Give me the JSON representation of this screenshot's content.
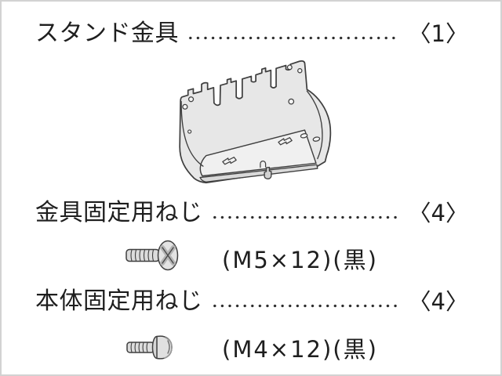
{
  "page": {
    "background": "#ffffff",
    "border_color": "#d2d2d2",
    "text_color": "#1e1e1e",
    "language": "ja"
  },
  "parts_list": {
    "items": [
      {
        "name": "スタンド金具",
        "qty": "〈1〉",
        "spec": "",
        "illustration": "stand-bracket"
      },
      {
        "name": "金具固定用ねじ",
        "qty": "〈4〉",
        "spec": "(M5×12)(黒)",
        "illustration": "countersunk-phillips-screw"
      },
      {
        "name": "本体固定用ねじ",
        "qty": "〈4〉",
        "spec": "(M4×12)(黒)",
        "illustration": "flanged-pan-head-screw"
      }
    ]
  },
  "illustrations": {
    "bracket_icon": "stand-bracket-line-art",
    "screw1_icon": "countersunk-phillips-screw",
    "screw2_icon": "flanged-pan-head-screw",
    "line_color": "#3f3f3f",
    "metal_fill": "#e8e8e8",
    "metal_shade": "#d9d9d9",
    "floor_fill": "#f0f0f0"
  }
}
